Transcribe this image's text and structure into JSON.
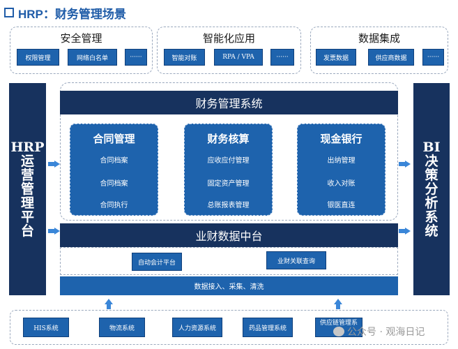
{
  "title": "HRP：财务管理场景",
  "top_groups": [
    {
      "label": "安全管理",
      "items": [
        "权限管理",
        "网络白名单",
        "······"
      ]
    },
    {
      "label": "智能化应用",
      "items": [
        "智能对账",
        "RPA / VPA",
        "······"
      ]
    },
    {
      "label": "数据集成",
      "items": [
        "发票数据",
        "供应商数据",
        "······"
      ]
    }
  ],
  "left_bar": {
    "latin": "HRP",
    "chars": [
      "运",
      "营",
      "管",
      "理",
      "平",
      "台"
    ]
  },
  "right_bar": {
    "latin": "BI",
    "chars": [
      "决",
      "策",
      "分",
      "析",
      "系",
      "统"
    ]
  },
  "finance_system": {
    "header": "财务管理系统",
    "modules": [
      {
        "title": "合同管理",
        "items": [
          "合同档案",
          "合同档案",
          "合同执行"
        ]
      },
      {
        "title": "财务核算",
        "items": [
          "应收应付管理",
          "固定资产管理",
          "总账报表管理"
        ]
      },
      {
        "title": "现金银行",
        "items": [
          "出纳管理",
          "收入对账",
          "银医直连"
        ]
      }
    ]
  },
  "data_center": {
    "header": "业财数据中台",
    "items": [
      "自动会计平台",
      "业财关联查询"
    ],
    "footer": "数据接入、采集、清洗"
  },
  "bottom_systems": [
    "HIS系统",
    "物流系统",
    "人力资源系统",
    "药品管理系统",
    "供应链管理系统"
  ],
  "watermark": "公众号 · 观海日记",
  "colors": {
    "navy": "#17325e",
    "blue": "#1e63ad",
    "arrow": "#3a86d8",
    "title": "#1f5ca8"
  }
}
